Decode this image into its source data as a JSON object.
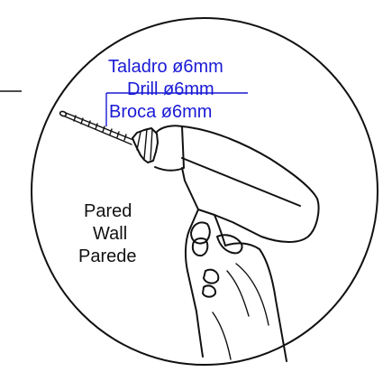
{
  "bit_labels": [
    "Taladro ø6mm",
    "Drill ø6mm",
    "Broca ø6mm"
  ],
  "surface_labels": [
    "Pared",
    "Wall",
    "Parede"
  ],
  "colors": {
    "label_blue": "#1a1ad6",
    "ink": "#111111",
    "background": "#ffffff"
  }
}
